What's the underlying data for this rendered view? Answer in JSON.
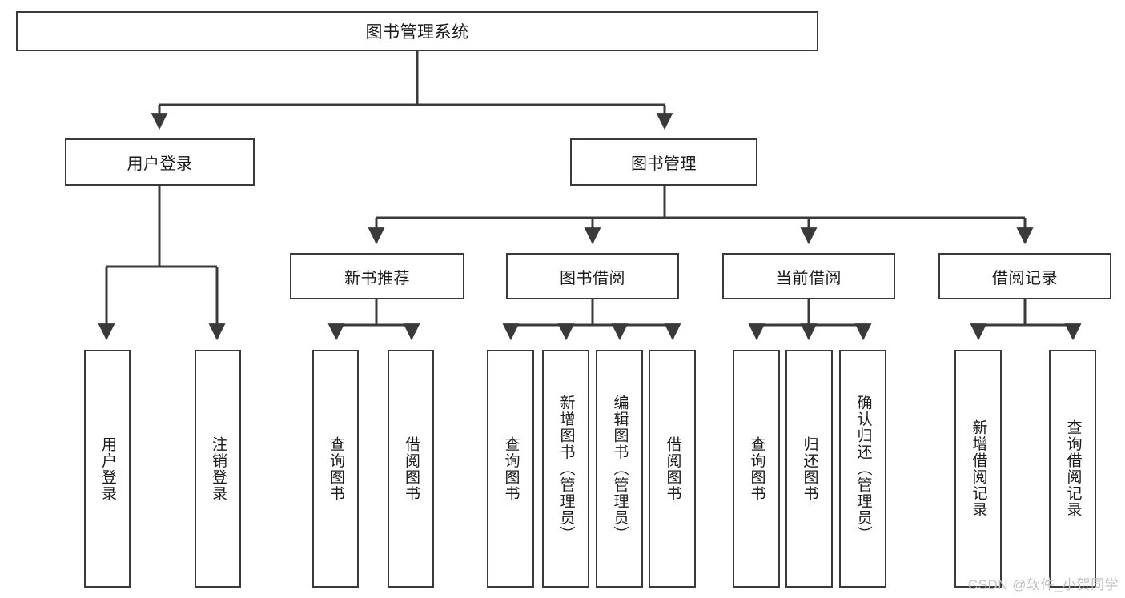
{
  "diagram": {
    "title": "图书管理系统",
    "watermark": "CSDN @软件_小贺同学",
    "line_color": "#3a3a3a",
    "box_border_color": "#3a3a3a",
    "box_fill_color": "#ffffff",
    "text_color": "#1b1b1b",
    "watermark_color": "#c2c2c2",
    "root": {
      "label": "图书管理系统"
    },
    "level2": [
      {
        "label": "用户登录"
      },
      {
        "label": "图书管理"
      }
    ],
    "level3": [
      {
        "label": "新书推荐"
      },
      {
        "label": "图书借阅"
      },
      {
        "label": "当前借阅"
      },
      {
        "label": "借阅记录"
      }
    ],
    "leaves": {
      "user_login": [
        {
          "label": "用户登录"
        },
        {
          "label": "注销登录"
        }
      ],
      "new_book_recommend": [
        {
          "label": "查询图书"
        },
        {
          "label": "借阅图书"
        }
      ],
      "book_borrow": [
        {
          "label": "查询图书"
        },
        {
          "label": "新增图书（管理员）"
        },
        {
          "label": "编辑图书（管理员）"
        },
        {
          "label": "借阅图书"
        }
      ],
      "current_borrow": [
        {
          "label": "查询图书"
        },
        {
          "label": "归还图书"
        },
        {
          "label": "确认归还（管理员）"
        }
      ],
      "borrow_record": [
        {
          "label": "新增借阅记录"
        },
        {
          "label": "查询借阅记录"
        }
      ]
    }
  }
}
